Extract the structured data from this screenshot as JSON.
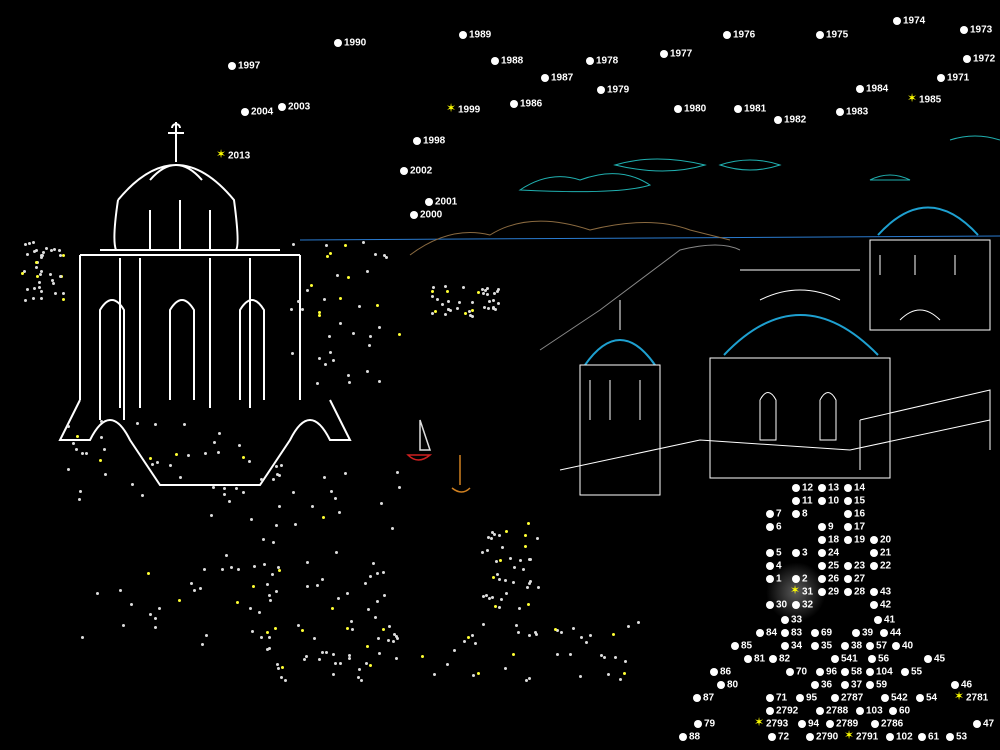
{
  "game": {
    "type": "dot-to-dot puzzle",
    "current_dot": "31"
  },
  "colors": {
    "line": "#ffffff",
    "dome": "#1ea0d0",
    "cloud": "#20b0b0",
    "next": "#ffff00",
    "boat": "#d02020"
  },
  "dots": [
    {
      "label": "1990"
    },
    {
      "label": "1989"
    },
    {
      "label": "1997"
    },
    {
      "label": "1988"
    },
    {
      "label": "1987"
    },
    {
      "label": "1978"
    },
    {
      "label": "1979"
    },
    {
      "label": "1977"
    },
    {
      "label": "1976"
    },
    {
      "label": "1975"
    },
    {
      "label": "1974"
    },
    {
      "label": "1973"
    },
    {
      "label": "1972"
    },
    {
      "label": "1971"
    },
    {
      "label": "1984"
    },
    {
      "label": "1985",
      "star": true
    },
    {
      "label": "1986"
    },
    {
      "label": "1980"
    },
    {
      "label": "1981"
    },
    {
      "label": "1982"
    },
    {
      "label": "1983"
    },
    {
      "label": "1999",
      "star": true
    },
    {
      "label": "2004"
    },
    {
      "label": "2003"
    },
    {
      "label": "1998"
    },
    {
      "label": "2013",
      "star": true
    },
    {
      "label": "2002"
    },
    {
      "label": "2001"
    },
    {
      "label": "2000"
    },
    {
      "label": "13"
    },
    {
      "label": "12"
    },
    {
      "label": "14"
    },
    {
      "label": "15"
    },
    {
      "label": "11"
    },
    {
      "label": "10"
    },
    {
      "label": "16"
    },
    {
      "label": "7"
    },
    {
      "label": "8"
    },
    {
      "label": "17"
    },
    {
      "label": "6"
    },
    {
      "label": "9"
    },
    {
      "label": "18"
    },
    {
      "label": "19"
    },
    {
      "label": "20"
    },
    {
      "label": "21"
    },
    {
      "label": "22"
    },
    {
      "label": "5"
    },
    {
      "label": "3"
    },
    {
      "label": "24"
    },
    {
      "label": "25"
    },
    {
      "label": "23"
    },
    {
      "label": "4"
    },
    {
      "label": "1"
    },
    {
      "label": "2"
    },
    {
      "label": "26"
    },
    {
      "label": "27"
    },
    {
      "label": "31",
      "star": true
    },
    {
      "label": "29"
    },
    {
      "label": "28"
    },
    {
      "label": "30"
    },
    {
      "label": "32"
    },
    {
      "label": "43"
    },
    {
      "label": "42"
    },
    {
      "label": "41"
    },
    {
      "label": "33"
    },
    {
      "label": "83"
    },
    {
      "label": "84"
    },
    {
      "label": "39"
    },
    {
      "label": "44"
    },
    {
      "label": "34"
    },
    {
      "label": "35"
    },
    {
      "label": "69"
    },
    {
      "label": "38"
    },
    {
      "label": "57"
    },
    {
      "label": "56"
    },
    {
      "label": "40"
    },
    {
      "label": "541"
    },
    {
      "label": "85"
    },
    {
      "label": "82"
    },
    {
      "label": "81"
    },
    {
      "label": "45"
    },
    {
      "label": "55"
    },
    {
      "label": "70"
    },
    {
      "label": "96"
    },
    {
      "label": "36"
    },
    {
      "label": "58"
    },
    {
      "label": "104"
    },
    {
      "label": "37"
    },
    {
      "label": "86"
    },
    {
      "label": "80"
    },
    {
      "label": "46"
    },
    {
      "label": "59"
    },
    {
      "label": "95"
    },
    {
      "label": "87"
    },
    {
      "label": "71"
    },
    {
      "label": "2787"
    },
    {
      "label": "103"
    },
    {
      "label": "542"
    },
    {
      "label": "54"
    },
    {
      "label": "2781",
      "star": true
    },
    {
      "label": "2788"
    },
    {
      "label": "60"
    },
    {
      "label": "2786"
    },
    {
      "label": "2792"
    },
    {
      "label": "2789"
    },
    {
      "label": "79"
    },
    {
      "label": "2793",
      "star": true
    },
    {
      "label": "94"
    },
    {
      "label": "47"
    },
    {
      "label": "2790"
    },
    {
      "label": "2791",
      "star": true
    },
    {
      "label": "88"
    },
    {
      "label": "72"
    },
    {
      "label": "102"
    },
    {
      "label": "61"
    },
    {
      "label": "53"
    }
  ]
}
